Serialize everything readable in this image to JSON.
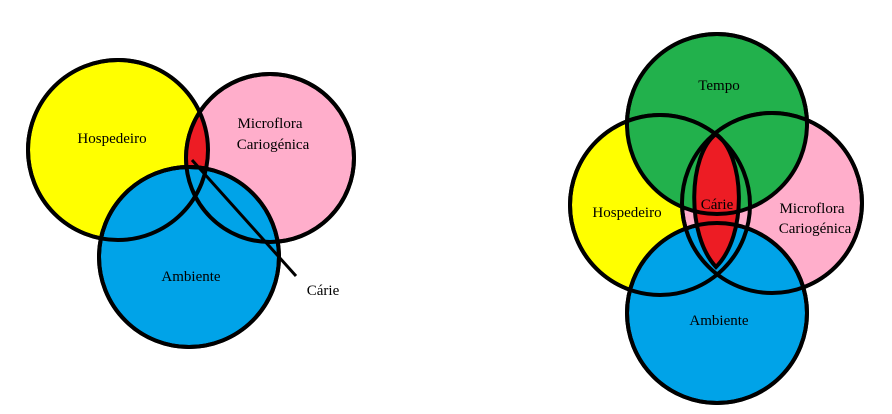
{
  "colors": {
    "yellow": "#ffff00",
    "pink": "#ffaecb",
    "blue": "#00a3e8",
    "green": "#22b14c",
    "red": "#ed1c24",
    "outline": "#000000"
  },
  "left_diagram": {
    "host_label": "Hospedeiro",
    "microflora_line1": "Microflora",
    "microflora_line2": "Cariogénica",
    "environment_label": "Ambiente",
    "caries_label": "Cárie"
  },
  "right_diagram": {
    "time_label": "Tempo",
    "host_label": "Hospedeiro",
    "caries_label": "Cárie",
    "microflora_line1": "Microflora",
    "microflora_line2": "Cariogénica",
    "environment_label": "Ambiente"
  }
}
